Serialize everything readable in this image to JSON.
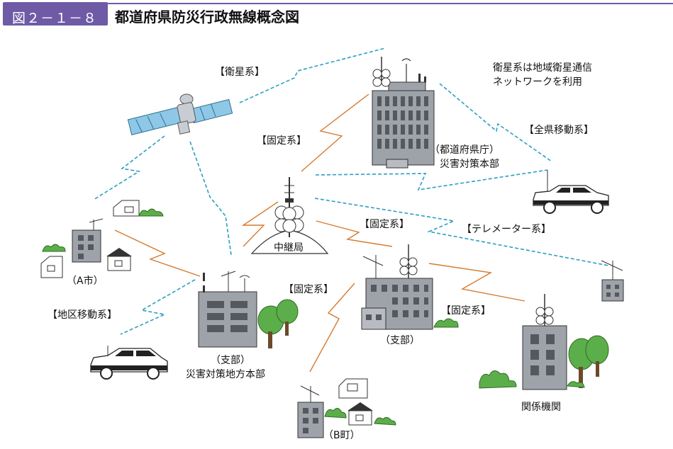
{
  "header": {
    "figure_number": "図２－１－８",
    "title": "都道府県防災行政無線概念図"
  },
  "labels": {
    "satellite_system": "【衛星系】",
    "satellite_note_line1": "衛星系は地域衛星通信",
    "satellite_note_line2": "ネットワークを利用",
    "fixed_system_top": "【固定系】",
    "prefectural_mobile": "【全県移動系】",
    "prefecture_line1": "（都道府県庁）",
    "prefecture_line2": "災害対策本部",
    "relay_station": "中継局",
    "fixed_system_middle": "【固定系】",
    "telemeter_system": "【テレメーター系】",
    "city_a": "（A市）",
    "fixed_system_left": "【固定系】",
    "fixed_system_right": "【固定系】",
    "district_mobile": "【地区移動系】",
    "branch_right": "（支部）",
    "branch_left_line1": "（支部）",
    "branch_left_line2": "災害対策地方本部",
    "related_agencies": "関係機関",
    "town_b": "（B町）"
  },
  "colors": {
    "accent": "#6f5aa6",
    "satellite_link": "#2a9fc4",
    "fixed_link": "#d57a2e",
    "building": "#9ea3aa",
    "window": "#55595f",
    "tree": "#5cae4a"
  }
}
